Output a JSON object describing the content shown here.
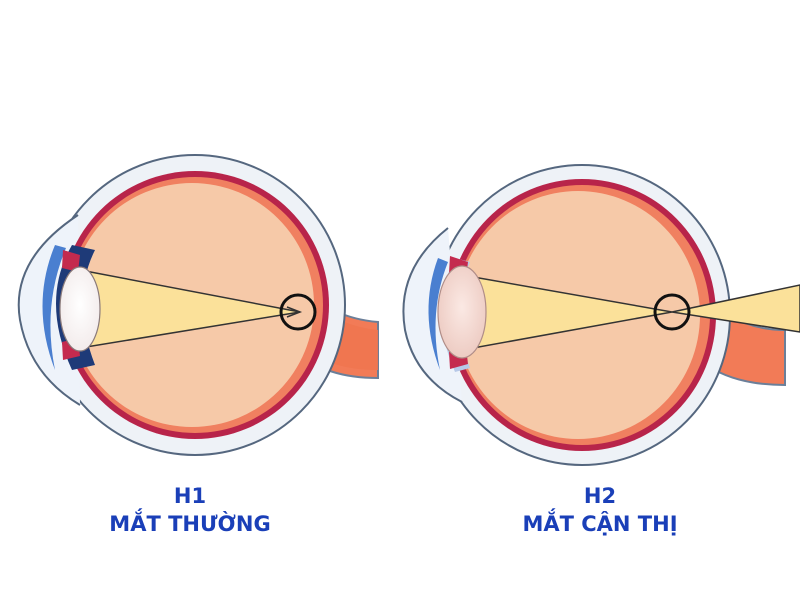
{
  "figures": [
    {
      "id": "H1",
      "label": "H1",
      "title": "MẮT THƯỜNG"
    },
    {
      "id": "H2",
      "label": "H2",
      "title": "MẮT CẬN THỊ"
    }
  ],
  "colors": {
    "caption": "#1a3fb8",
    "eyeball_fill": "#f6c9a8",
    "outer_wall": "#eef2f7",
    "choroid": "#b8244a",
    "retina": "#f08060",
    "optic_nerve": "#f27b57",
    "cornea_blue": "#4a7fd0",
    "light_cone": "#fbe19a",
    "focus_circle": "#111111"
  }
}
